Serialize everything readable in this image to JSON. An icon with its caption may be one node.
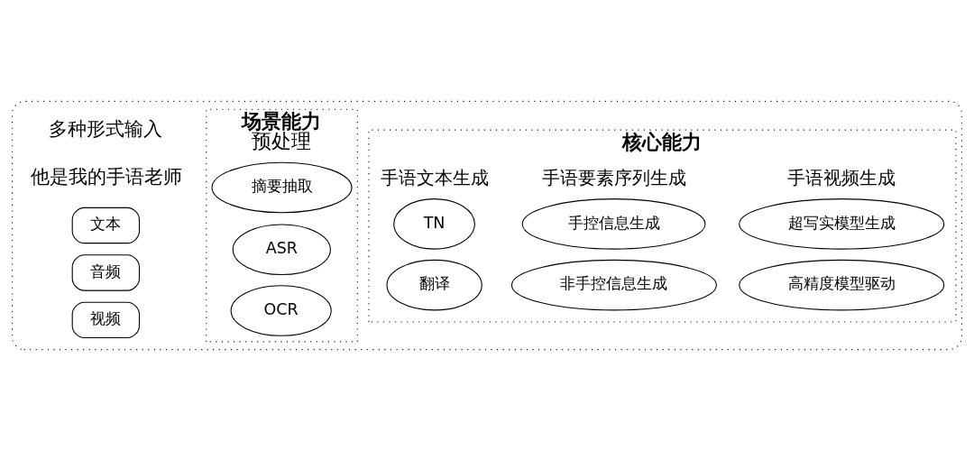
{
  "diagram": {
    "nodes": [
      {
        "text": [],
        "shape": "box"
      },
      {
        "text": [
          "文本"
        ],
        "in": 0
      },
      {
        "text": [
          "音频"
        ],
        "in": 0
      },
      {
        "text": [
          "视频"
        ],
        "in": 0
      },
      {
        "text": [
          "场景能力",
          "预处理"
        ],
        "in": 0
      },
      {
        "text": [
          "摘要抽取"
        ],
        "in": 4
      },
      {
        "text": [
          "ASR"
        ],
        "in": 4
      },
      {
        "text": [
          "OCR"
        ],
        "in": 4
      },
      {
        "text": [
          "核心能力",
          "手语文本生成",
          "手语要素序列生成",
          "手语视频生成"
        ],
        "in": 0
      },
      {
        "text": [
          "TN"
        ],
        "in": 8
      },
      {
        "text": [
          "翻译"
        ],
        "in": 8
      },
      {
        "text": [
          "手控信息生成"
        ],
        "in": 8
      },
      {
        "text": [
          "非手控信息生成"
        ],
        "in": 8
      },
      {
        "text": [
          "超写实模型生成"
        ],
        "in": 8
      },
      {
        "text": [
          "高精度模型驱动"
        ],
        "in": 8
      }
    ],
    "edges": [],
    "labels": [
      "多种形式输入",
      "他是我的手语老师"
    ]
  }
}
